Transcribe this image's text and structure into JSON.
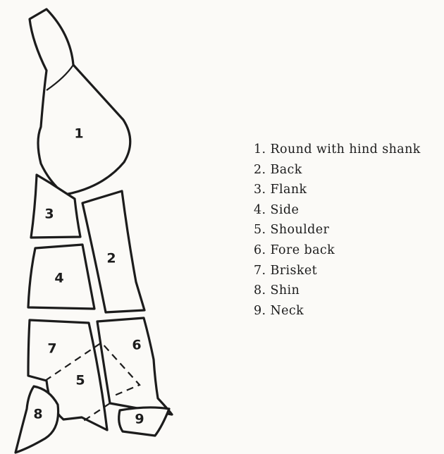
{
  "diagram": {
    "regions": [
      {
        "id": 1,
        "label": "1"
      },
      {
        "id": 2,
        "label": "2"
      },
      {
        "id": 3,
        "label": "3"
      },
      {
        "id": 4,
        "label": "4"
      },
      {
        "id": 5,
        "label": "5"
      },
      {
        "id": 6,
        "label": "6"
      },
      {
        "id": 7,
        "label": "7"
      },
      {
        "id": 8,
        "label": "8"
      },
      {
        "id": 9,
        "label": "9"
      }
    ]
  },
  "legend": {
    "items": [
      "1.  Round with hind shank",
      "2.  Back",
      "3.  Flank",
      "4.  Side",
      "5.  Shoulder",
      "6.  Fore back",
      "7.  Brisket",
      "8.  Shin",
      "9.  Neck"
    ]
  }
}
